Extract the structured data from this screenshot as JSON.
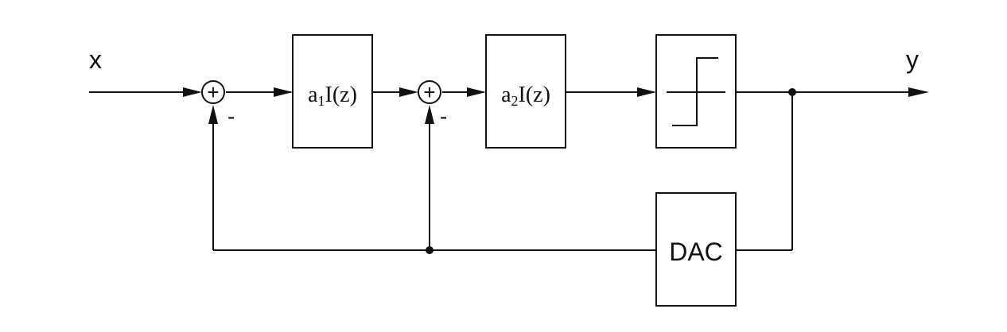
{
  "colors": {
    "line": "#111111",
    "background": "#ffffff"
  },
  "signals": {
    "input": "x",
    "output": "y"
  },
  "summing_junctions": [
    {
      "symbol": "+",
      "feedback_sign": "-"
    },
    {
      "symbol": "+",
      "feedback_sign": "-"
    }
  ],
  "blocks": {
    "integrator1": {
      "coef": "a",
      "subscript": "1",
      "func": "I(z)"
    },
    "integrator2": {
      "coef": "a",
      "subscript": "2",
      "func": "I(z)"
    },
    "quantizer": {
      "icon": "step-function-icon"
    },
    "dac": {
      "label": "DAC"
    }
  }
}
